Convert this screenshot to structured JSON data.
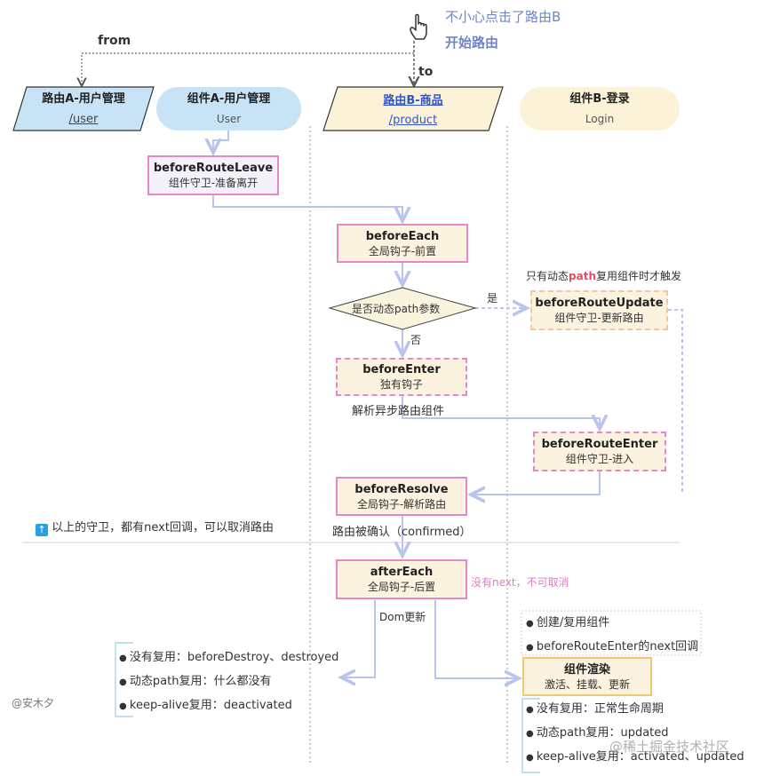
{
  "header": {
    "note_line1": "不小心点击了路由B",
    "note_line2": "开始路由",
    "from_label": "from",
    "to_label": "to",
    "hand_icon": "pointing-hand-icon"
  },
  "lanes": {
    "route_a": {
      "title": "路由A-用户管理",
      "path": "/user"
    },
    "component_a": {
      "title": "组件A-用户管理",
      "name": "User"
    },
    "route_b": {
      "title": "路由B-商品",
      "path": "/product"
    },
    "component_b": {
      "title": "组件B-登录",
      "name": "Login"
    }
  },
  "nodes": {
    "before_route_leave": {
      "title": "beforeRouteLeave",
      "desc": "组件守卫-准备离开"
    },
    "before_each": {
      "title": "beforeEach",
      "desc": "全局钩子-前置"
    },
    "decision": {
      "text": "是否动态path参数",
      "yes": "是",
      "no": "否"
    },
    "before_route_update": {
      "title": "beforeRouteUpdate",
      "desc": "组件守卫-更新路由"
    },
    "update_note": {
      "prefix": "只有动态",
      "highlight": "path",
      "suffix": "复用组件时才触发"
    },
    "before_enter": {
      "title": "beforeEnter",
      "desc": "独有钩子"
    },
    "resolve_async": "解析异步路由组件",
    "before_route_enter": {
      "title": "beforeRouteEnter",
      "desc": "组件守卫-进入"
    },
    "before_resolve": {
      "title": "beforeResolve",
      "desc": "全局钩子-解析路由"
    },
    "cancel_note": {
      "icon": "up-arrow-icon",
      "text": "以上的守卫，都有next回调，可以取消路由"
    },
    "confirmed": "路由被确认（confirmed）",
    "after_each": {
      "title": "afterEach",
      "desc": "全局钩子-后置"
    },
    "no_next_note": "没有next，不可取消",
    "dom_update": "Dom更新",
    "render": {
      "title": "组件渲染",
      "desc": "激活、挂载、更新"
    }
  },
  "lists": {
    "destroy": [
      "没有复用：beforeDestroy、destroyed",
      "动态path复用：什么都没有",
      "keep-alive复用：deactivated"
    ],
    "create": [
      "创建/复用组件",
      "beforeRouteEnter的next回调"
    ],
    "lifecycle": [
      "没有复用：正常生命周期",
      "动态path复用：updated",
      "keep-alive复用：activated、updated"
    ]
  },
  "footer": {
    "author": "@安木夕",
    "watermark": "@稀土掘金技术社区"
  },
  "colors": {
    "route_a_fill": "#c8e3f5",
    "route_b_fill": "#fbf2d8",
    "guard_border": "#e389c9",
    "arrow": "#b9c4ec",
    "note_blue": "#6f85c8",
    "pink_text": "#e07ac8",
    "path_highlight": "#e0506a"
  }
}
